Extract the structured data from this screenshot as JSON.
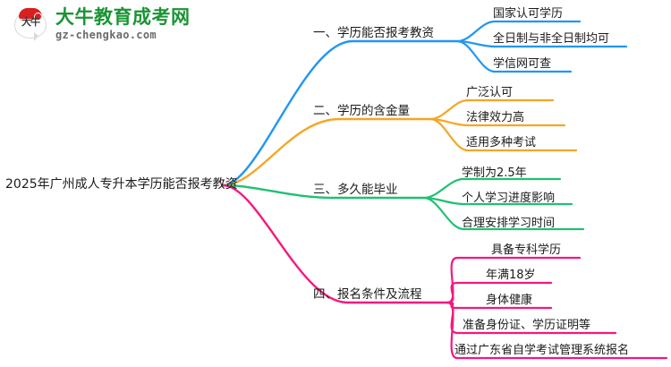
{
  "logo": {
    "mark_text": "大牛",
    "title": "大牛教育成考网",
    "subtitle": "gz-chengkao.com",
    "brand_green": "#1a9434",
    "brand_red": "#d91f1f"
  },
  "mindmap": {
    "root": "2025年广州成人专升本学历能否报考教资",
    "branches": [
      {
        "label": "一、学历能否报考教资",
        "color": "#2196f3",
        "children": [
          "国家认可学历",
          "全日制与非全日制均可",
          "学信网可查"
        ]
      },
      {
        "label": "二、学历的含金量",
        "color": "#f5a623",
        "children": [
          "广泛认可",
          "法律效力高",
          "适用多种考试"
        ]
      },
      {
        "label": "三、多久能毕业",
        "color": "#1fc074",
        "children": [
          "学制为2.5年",
          "个人学习进度影响",
          "合理安排学习时间"
        ]
      },
      {
        "label": "四、报名条件及流程",
        "color": "#f5177f",
        "children": [
          "具备专科学历",
          "年满18岁",
          "身体健康",
          "准备身份证、学历证明等",
          "通过广东省自学考试管理系统报名"
        ]
      }
    ]
  }
}
